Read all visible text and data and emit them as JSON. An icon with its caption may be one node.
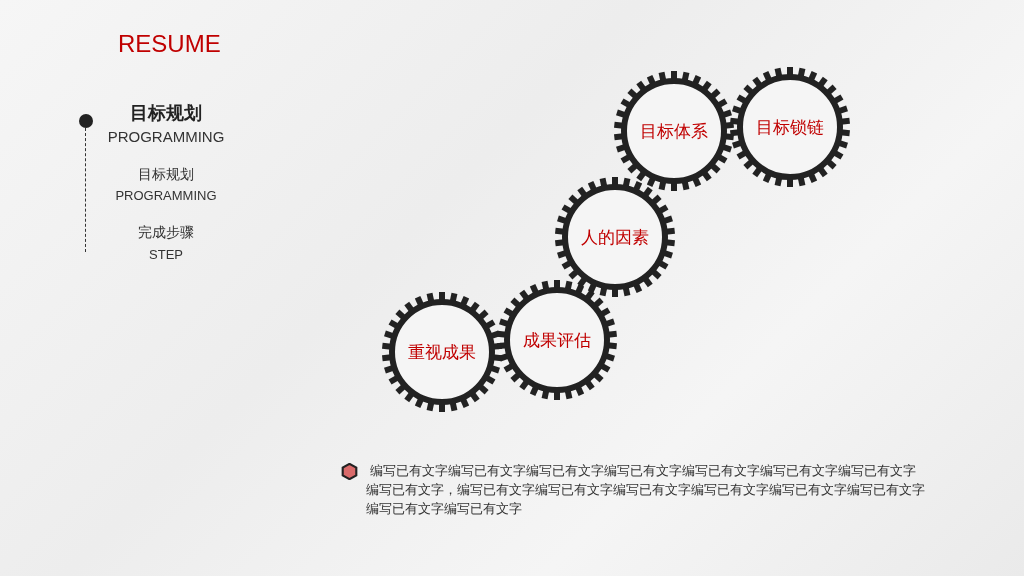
{
  "diagram": {
    "title": "RESUME",
    "nodes": [
      {
        "text": [
          "重视成果"
        ]
      },
      {
        "text": [
          "成果评估"
        ]
      },
      {
        "text": [
          "人的因素"
        ]
      },
      {
        "text": [
          "目标体系"
        ]
      },
      {
        "text": [
          "目标锁链"
        ]
      }
    ],
    "labels": [
      "目标规划",
      "PROGRAMMING",
      "目标规划",
      "PROGRAMMING",
      "完成步骤",
      "STEP",
      "编写已有文字编写已有文字编写已有文字编写已有文字编写已有文字编写已有文字编写已有文字编写已有文字，编写已有文字编写已有文字编写已有文字编写已有文字编写已有文字编写已有文字编写已有文字编写已有文字"
    ]
  }
}
